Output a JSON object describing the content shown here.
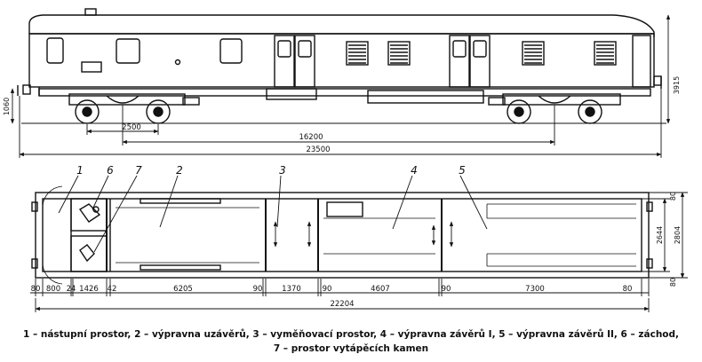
{
  "side_view": {
    "dimensions": {
      "bogie_wheelbase": "2500",
      "bogie_centers": "16200",
      "length_over_buffers": "23500",
      "floor_height": "1060",
      "roof_height": "3915"
    }
  },
  "plan_view": {
    "compartment_numbers": [
      "1",
      "6",
      "7",
      "2",
      "3",
      "4",
      "5"
    ],
    "bottom_dimensions": [
      "80",
      "800",
      "24",
      "1426",
      "42",
      "6205",
      "90",
      "1370",
      "90",
      "4607",
      "90",
      "7300",
      "80"
    ],
    "total_length": "22204",
    "right_dimensions": {
      "wall_top": "80",
      "inner_width": "2644",
      "outer_width": "2804",
      "wall_bottom": "80"
    }
  },
  "legend": {
    "line1": "1 – nástupní prostor, 2 – výpravna uzávěrů, 3 – vyměňovací prostor, 4 – výpravna závěrů I, 5 – výpravna závěrů II, 6 – záchod,",
    "line2": "7 – prostor vytápěcích kamen"
  }
}
